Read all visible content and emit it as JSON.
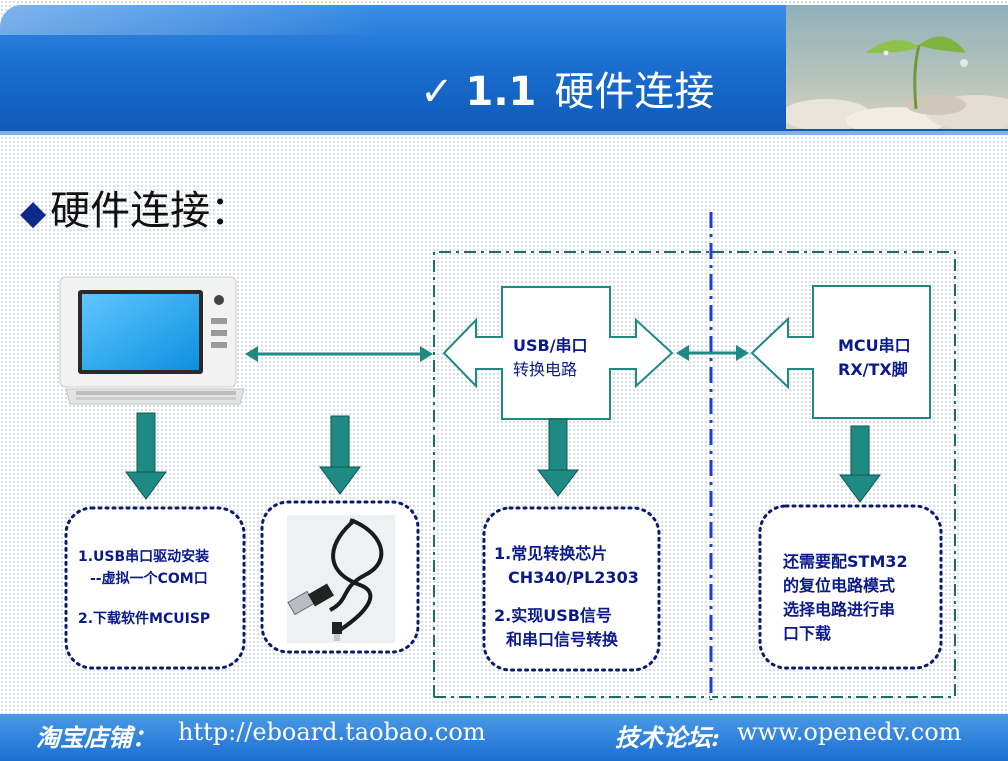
{
  "header": {
    "title_check": "✓",
    "title_num": "1.1",
    "title_text": "硬件连接"
  },
  "heading": {
    "bullet": "◆",
    "text": "硬件连接："
  },
  "nodes": {
    "usb_converter": {
      "line1": "USB/串口",
      "line2": "转换电路"
    },
    "mcu": {
      "line1": "MCU串口",
      "line2": "RX/TX脚"
    }
  },
  "notes": {
    "pc": {
      "item1_a": "1.USB串口驱动安装",
      "item1_b": "--虚拟一个COM口",
      "item2": "2.下载软件MCUISP"
    },
    "chip": {
      "item1_a": "1.常见转换芯片",
      "item1_b": "CH340/PL2303",
      "item2_a": "2.实现USB信号",
      "item2_b": "和串口信号转换"
    },
    "stm32": {
      "line1": "还需要配STM32",
      "line2": "的复位电路模式",
      "line3": "选择电路进行串",
      "line4": "口下载"
    }
  },
  "footer": {
    "shop_label": "淘宝店铺：",
    "shop_url": "http://eboard.taobao.com",
    "forum_label": "技术论坛:",
    "forum_url": "www.openedv.com"
  },
  "colors": {
    "teal": "#1f8a84",
    "dark_teal": "#0e5a52",
    "navy": "#0a1a6e",
    "accent_blue": "#1f5fe0",
    "banner": "#1b6fd0"
  }
}
